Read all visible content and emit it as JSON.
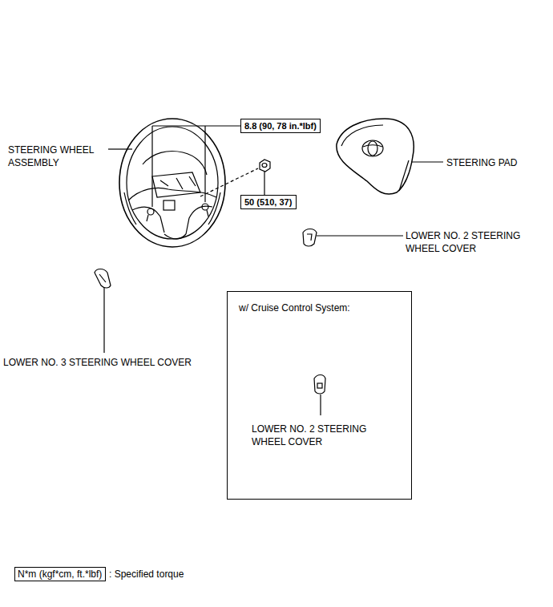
{
  "diagram": {
    "nodes": [
      {
        "text": [
          "8.8 (90, 78 in.*lbf)"
        ]
      },
      {
        "text": [
          "50 (510, 37)"
        ]
      },
      {
        "text": [
          "w/ Cruise Control System:",
          "LOWER NO. 2 STEERING WHEEL COVER"
        ]
      },
      {
        "text": [
          "N*m (kgf*cm, ft.*lbf)"
        ]
      }
    ],
    "labels": [
      "STEERING WHEEL ASSEMBLY",
      "STEERING PAD",
      "LOWER NO. 2 STEERING WHEEL COVER",
      "LOWER NO. 3 STEERING WHEEL COVER",
      ": Specified torque"
    ]
  }
}
